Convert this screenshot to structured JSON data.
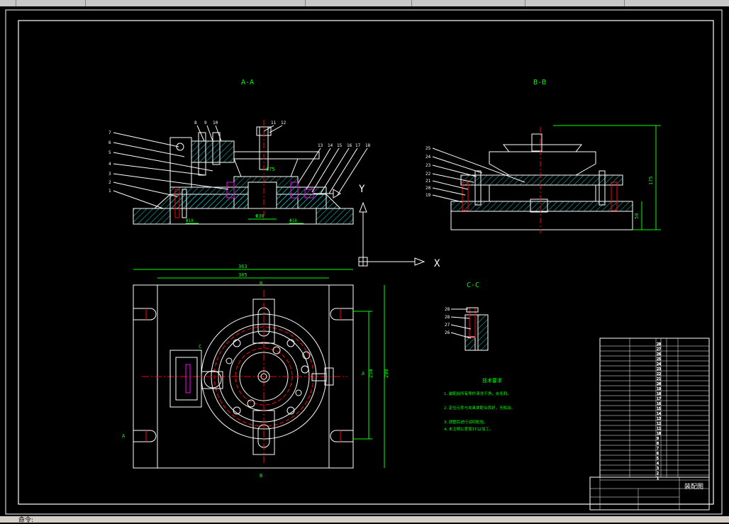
{
  "window": {
    "command_line": "命令:"
  },
  "views": {
    "aa_title": "A-A",
    "bb_title": "B-B",
    "cc_title": "C-C",
    "axis_x": "X",
    "axis_y": "Y",
    "plan_label_a_left": "A",
    "plan_label_a_right": "A",
    "plan_label_b_top": "B",
    "plan_label_b_bottom": "B",
    "plan_label_c": "C"
  },
  "balloons": {
    "aa_left": [
      "7",
      "6",
      "5",
      "4",
      "3",
      "2",
      "1"
    ],
    "aa_top": [
      "8",
      "9",
      "10",
      "11",
      "12"
    ],
    "aa_right": [
      "13",
      "14",
      "15",
      "16",
      "17",
      "18"
    ],
    "bb_left": [
      "25",
      "24",
      "23",
      "22",
      "21",
      "20",
      "19"
    ],
    "cc_left": [
      "28",
      "27",
      "26"
    ]
  },
  "dimensions": {
    "plan_width_outer": "363",
    "plan_width_inner": "305",
    "plan_height_inner": "250",
    "plan_height_outer": "290",
    "bb_height": "175",
    "bb_base": "50",
    "aa_fit_1": "Φ75",
    "aa_fit_2": "Φ30",
    "aa_fit_3": "Φ18",
    "aa_fit_4": "Φ16"
  },
  "notes": {
    "title": "技术要求",
    "lines": [
      "1.装配前所有零件清洗干净，去毛刺。",
      "2.定位元件与夹具体配合良好，无松动。",
      "3.调整后进行试切检验。",
      "4.未注明公差按IT12加工。"
    ]
  },
  "title_block": {
    "drawing_name": "装配图",
    "rows": [
      "28",
      "27",
      "26",
      "25",
      "24",
      "23",
      "22",
      "21",
      "20",
      "19",
      "18",
      "17",
      "16",
      "15",
      "14",
      "13",
      "12",
      "11",
      "10",
      "9",
      "8",
      "7",
      "6",
      "5",
      "4",
      "3",
      "2",
      "1"
    ]
  },
  "colors": {
    "frame": "#ffffff",
    "part": "#ffffff",
    "dimension": "#00ff00",
    "center": "#ff0000",
    "hatch": "#00ffff",
    "notes": "#00ff00",
    "accent": "#ff00ff"
  }
}
